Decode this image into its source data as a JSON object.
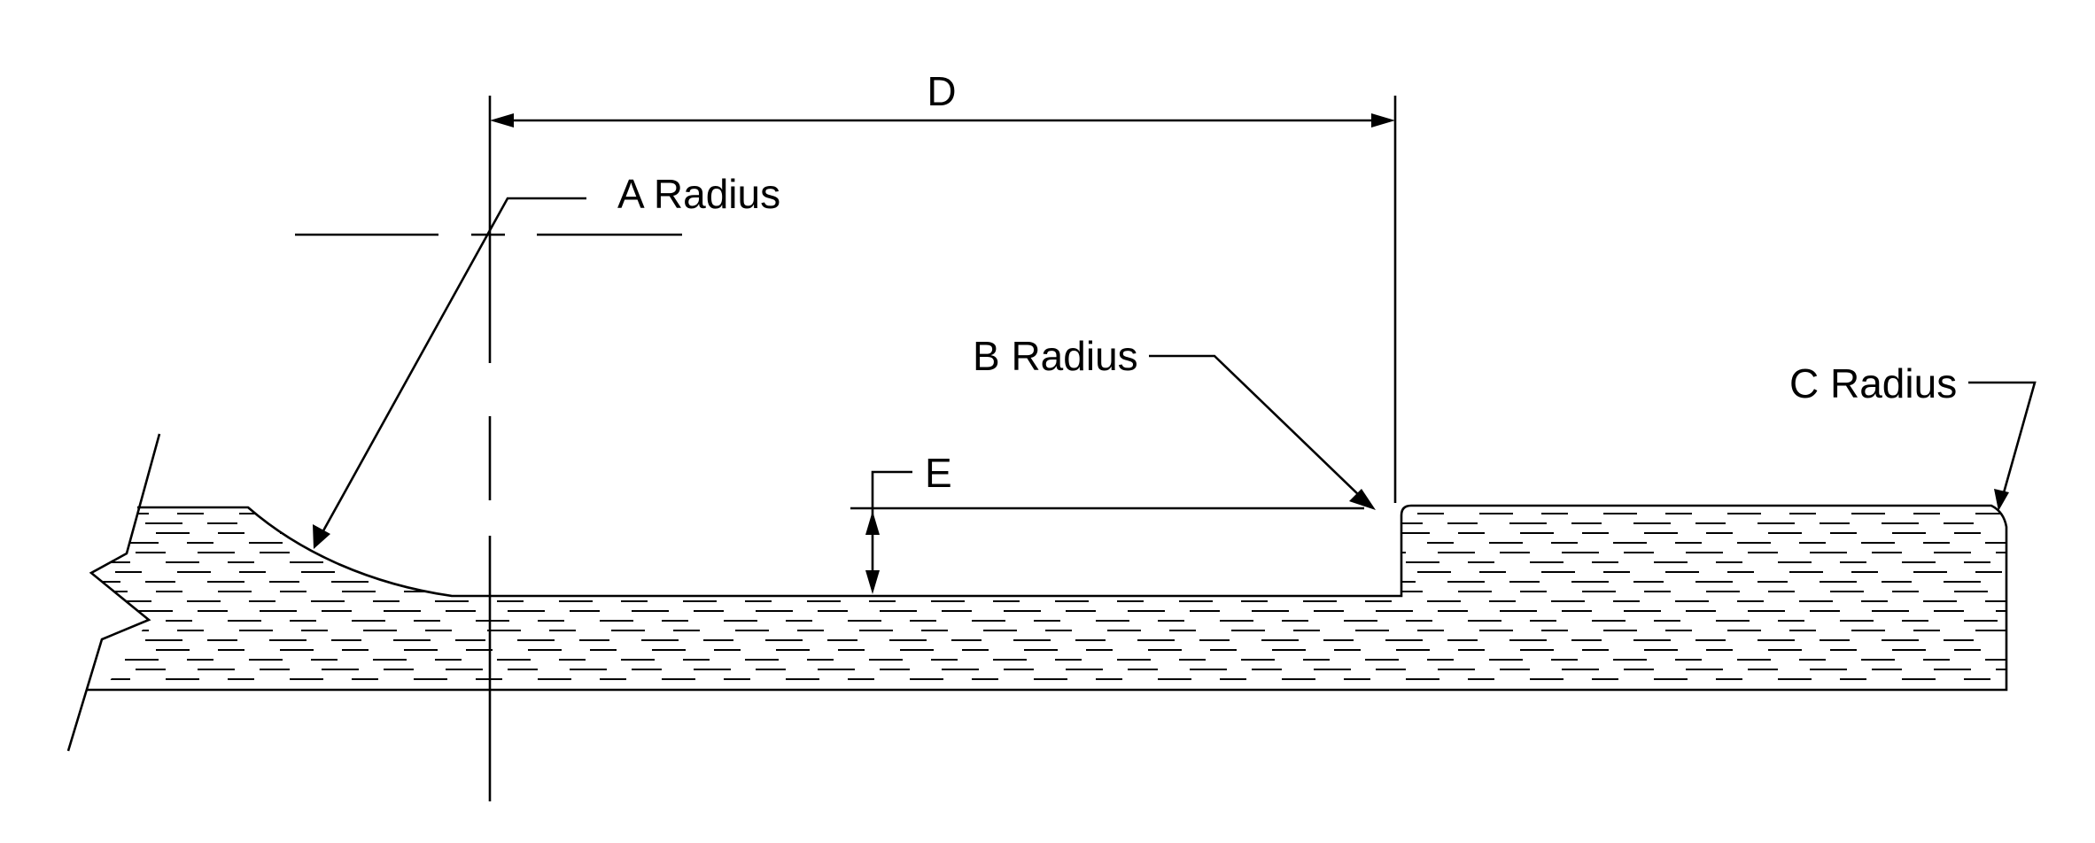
{
  "labels": {
    "a_radius": "A Radius",
    "b_radius": "B Radius",
    "c_radius": "C Radius",
    "d": "D",
    "e": "E"
  },
  "colors": {
    "line": "#000000",
    "background": "#ffffff"
  }
}
